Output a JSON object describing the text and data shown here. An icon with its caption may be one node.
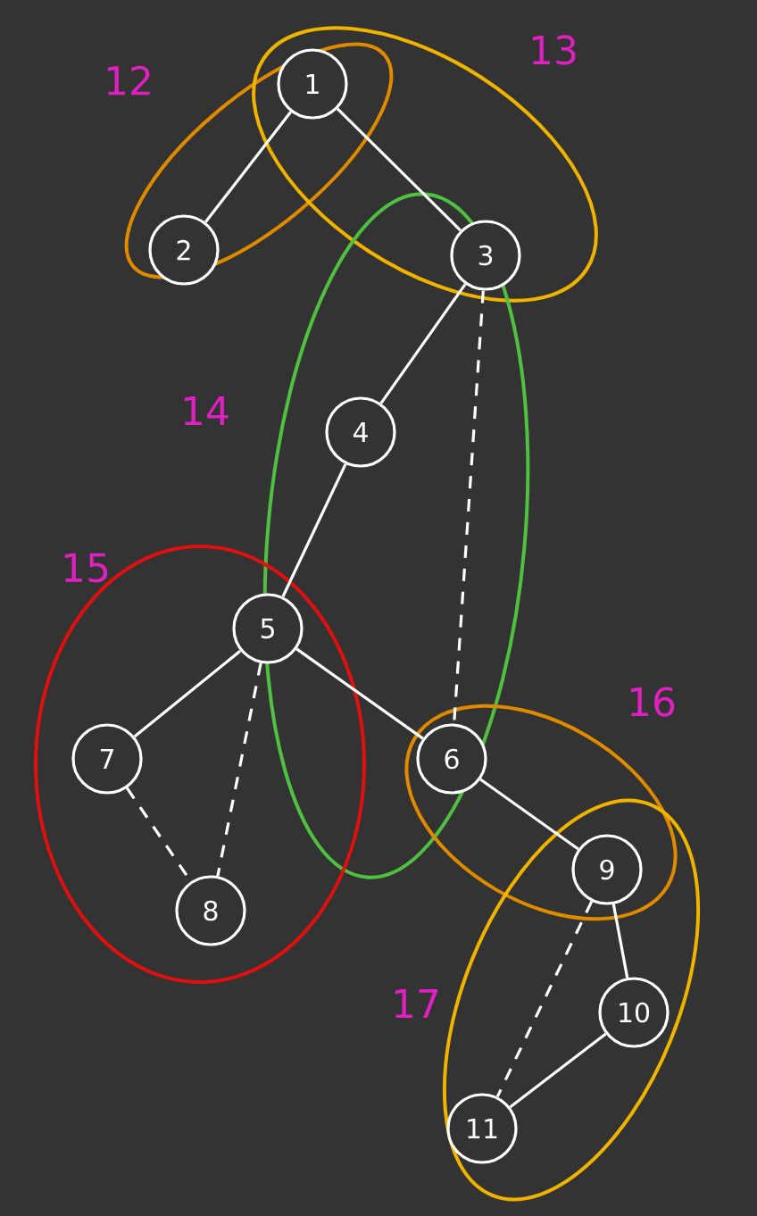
{
  "diagram": {
    "nodes": [
      {
        "text": [
          "1"
        ]
      },
      {
        "text": [
          "2"
        ]
      },
      {
        "text": [
          "3"
        ]
      },
      {
        "text": [
          "4"
        ]
      },
      {
        "text": [
          "5"
        ]
      },
      {
        "text": [
          "6"
        ]
      },
      {
        "text": [
          "7"
        ]
      },
      {
        "text": [
          "8"
        ]
      },
      {
        "text": [
          "9"
        ]
      },
      {
        "text": [
          "10"
        ]
      },
      {
        "text": [
          "11"
        ]
      }
    ],
    "edges": [
      {
        "from": 0,
        "to": 1,
        "arrow": "none"
      },
      {
        "from": 0,
        "to": 2,
        "arrow": "none"
      },
      {
        "from": 2,
        "to": 3,
        "arrow": "none"
      },
      {
        "from": 3,
        "to": 4,
        "arrow": "none"
      },
      {
        "from": 2,
        "to": 5,
        "arrow": "none",
        "style": "dashed"
      },
      {
        "from": 4,
        "to": 5,
        "arrow": "none"
      },
      {
        "from": 4,
        "to": 6,
        "arrow": "none"
      },
      {
        "from": 6,
        "to": 7,
        "arrow": "none",
        "style": "dashed"
      },
      {
        "from": 4,
        "to": 7,
        "arrow": "none",
        "style": "dashed"
      },
      {
        "from": 5,
        "to": 8,
        "arrow": "none"
      },
      {
        "from": 8,
        "to": 9,
        "arrow": "none"
      },
      {
        "from": 8,
        "to": 10,
        "arrow": "none",
        "style": "dashed"
      },
      {
        "from": 9,
        "to": 10,
        "arrow": "none"
      }
    ],
    "labels": [
      "12",
      "13",
      "14",
      "15",
      "16",
      "17"
    ]
  }
}
